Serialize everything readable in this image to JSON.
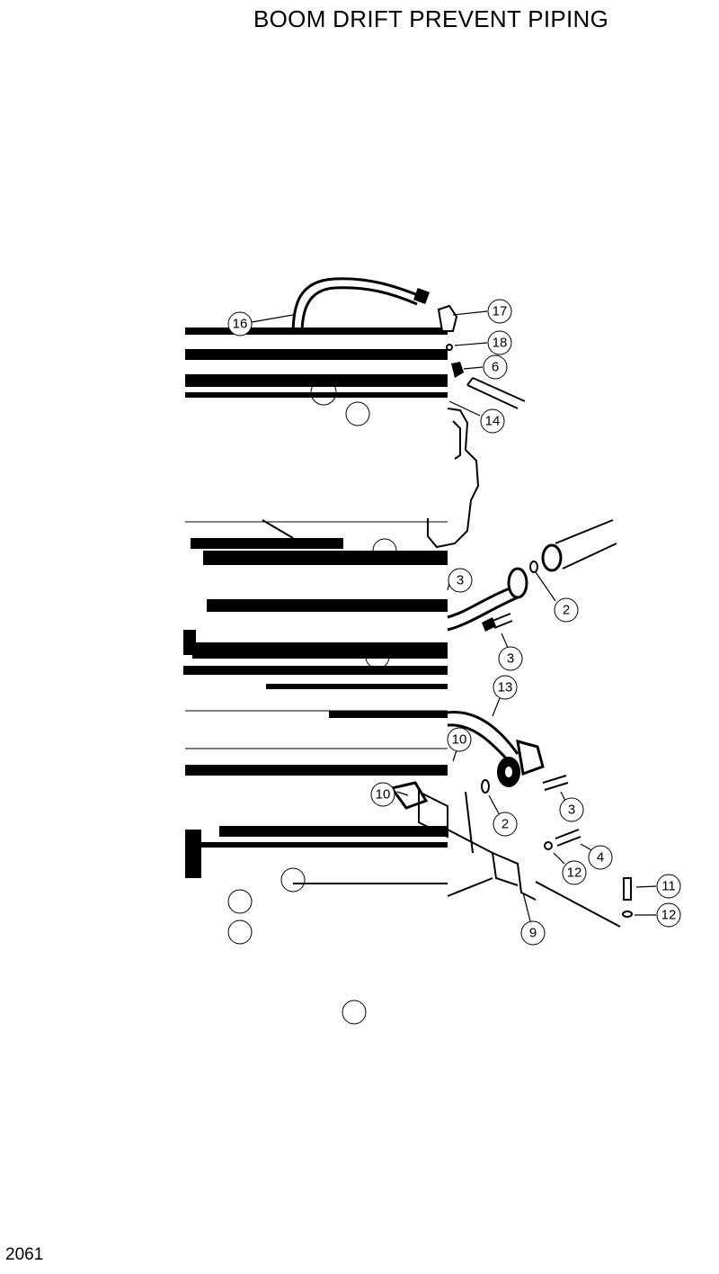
{
  "title": "BOOM DRIFT PREVENT PIPING",
  "page_number": "2061",
  "callouts": [
    "16",
    "17",
    "18",
    "6",
    "14",
    "3",
    "2",
    "3",
    "13",
    "10",
    "10",
    "2",
    "3",
    "4",
    "12",
    "11",
    "12",
    "9"
  ]
}
